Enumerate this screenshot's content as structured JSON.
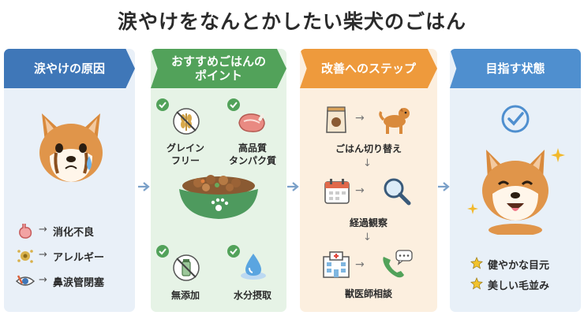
{
  "title": "涙やけをなんとかしたい柴犬のごはん",
  "panels": {
    "causes": {
      "header": "涙やけの原因",
      "items": [
        {
          "icon": "stomach-icon",
          "label": "消化不良"
        },
        {
          "icon": "pollen-icon",
          "label": "アレルギー"
        },
        {
          "icon": "eye-duct-icon",
          "label": "鼻涙管閉塞"
        }
      ]
    },
    "points": {
      "header_line1": "おすすめごはんの",
      "header_line2": "ポイント",
      "items": [
        {
          "icon": "grain-icon",
          "line1": "グレイン",
          "line2": "フリー"
        },
        {
          "icon": "meat-icon",
          "line1": "高品質",
          "line2": "タンパク質"
        },
        {
          "icon": "no-additive-icon",
          "line1": "無添加",
          "line2": ""
        },
        {
          "icon": "water-drop-icon",
          "line1": "水分摂取",
          "line2": ""
        }
      ]
    },
    "steps": {
      "header": "改善へのステップ",
      "items": [
        {
          "label": "ごはん切り替え"
        },
        {
          "label": "経過観察"
        },
        {
          "label": "獣医師相談"
        }
      ]
    },
    "goal": {
      "header": "目指す状態",
      "items": [
        {
          "icon": "star-icon",
          "label": "健やかな目元"
        },
        {
          "icon": "star-icon",
          "label": "美しい毛並み"
        }
      ]
    }
  },
  "colors": {
    "blue": "#3f77b8",
    "green": "#52a25a",
    "orange": "#ee9a3c",
    "light_blue": "#4f8fcf"
  }
}
